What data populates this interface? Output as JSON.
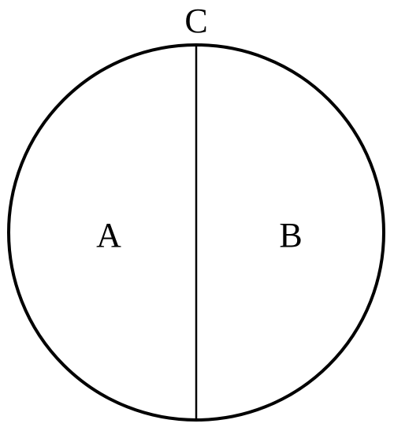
{
  "diagram": {
    "labels": {
      "top_point": "C",
      "left_region": "A",
      "right_region": "B"
    },
    "colors": {
      "stroke": "#000000",
      "text": "#000000",
      "background": "#ffffff"
    }
  }
}
